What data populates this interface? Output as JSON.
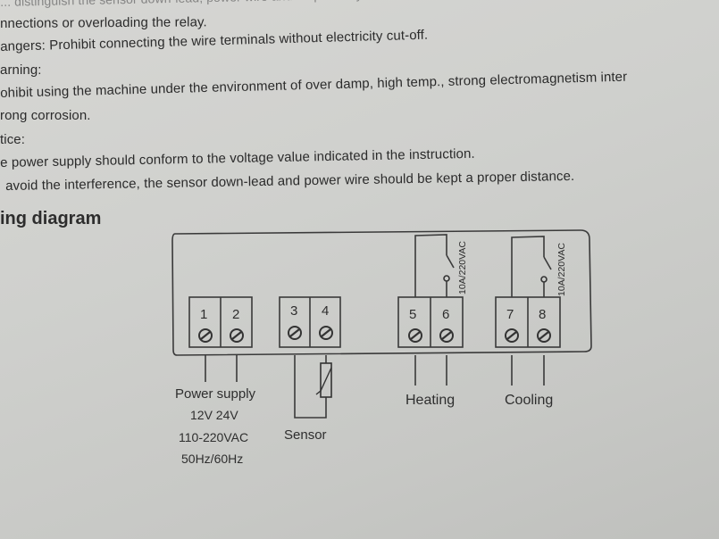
{
  "text_lines": [
    "... distinguish the sensor down-lead, power wire and output relay interface",
    "nnections or overloading the relay.",
    "angers: Prohibit connecting the wire terminals without electricity cut-off.",
    "arning:",
    "ohibit using the machine under the environment of over damp, high temp., strong electromagnetism inter",
    "rong corrosion.",
    "tice:",
    "e power supply should conform to the voltage value indicated in the instruction.",
    "avoid the interference, the sensor down-lead and power wire should be kept a proper distance."
  ],
  "section_heading": "ing diagram",
  "diagram": {
    "terminals": [
      "1",
      "2",
      "3",
      "4",
      "5",
      "6",
      "7",
      "8"
    ],
    "relay_rating_heating": "10A/220VAC",
    "relay_rating_cooling": "10A/220VAC",
    "power_supply": {
      "label": "Power supply",
      "line1": "12V 24V",
      "line2": "110-220VAC",
      "line3": "50Hz/60Hz"
    },
    "sensor_label": "Sensor",
    "heating_label": "Heating",
    "cooling_label": "Cooling"
  }
}
